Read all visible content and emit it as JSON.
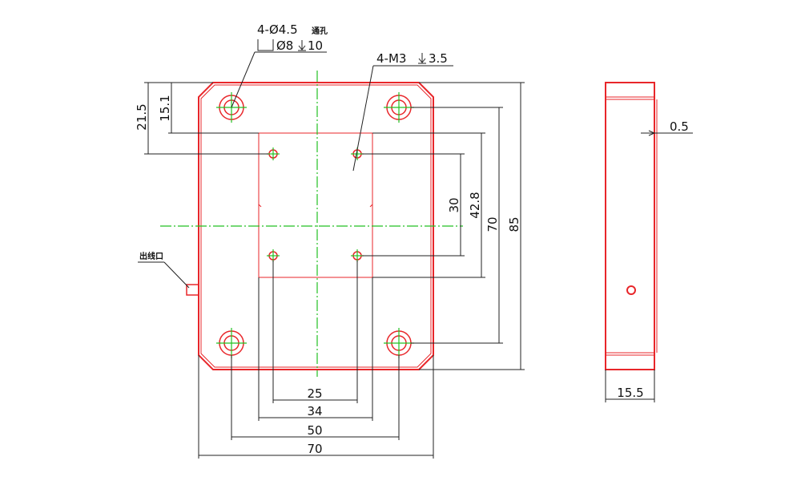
{
  "colors": {
    "outline": "#e8262a",
    "center": "#23c023",
    "dim": "#222222"
  },
  "labels": {
    "through_hole_callout": "4-Ø4.5",
    "through_hole_note": "通孔",
    "counterbore": "Ø8",
    "counterbore_depth": "10",
    "tapped_callout": "4-M3",
    "tapped_depth": "3.5",
    "cable_outlet": "出线口"
  },
  "dimensions": {
    "h_25": "25",
    "h_34": "34",
    "h_50": "50",
    "h_70": "70",
    "v_30": "30",
    "v_42_8": "42.8",
    "v_70": "70",
    "v_85": "85",
    "top_21_5": "21.5",
    "top_15_1": "15.1",
    "side_0_5": "0.5",
    "side_15_5": "15.5"
  }
}
